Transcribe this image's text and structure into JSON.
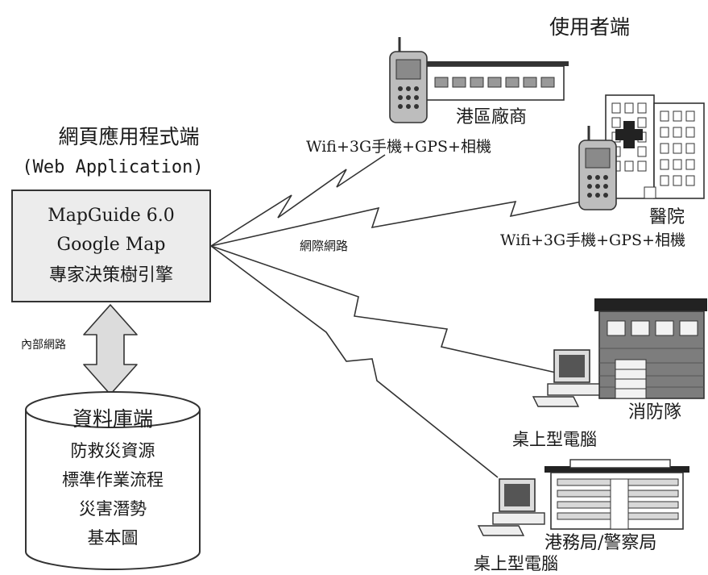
{
  "client_side": {
    "title": "使用者端",
    "port_vendor": {
      "label": "港區廠商",
      "device": "Wifi+3G手機+GPS+相機"
    },
    "hospital": {
      "label": "醫院",
      "device": "Wifi+3G手機+GPS+相機"
    },
    "fire_brigade": {
      "label": "消防隊",
      "device": "桌上型電腦"
    },
    "port_police": {
      "label": "港務局/警察局",
      "device": "桌上型電腦"
    }
  },
  "web_app": {
    "title": "網頁應用程式端",
    "subtitle": "(Web Application)",
    "lines": [
      "MapGuide 6.0",
      "Google Map",
      "專家決策樹引擎"
    ]
  },
  "links": {
    "internet": "網際網路",
    "intranet": "內部網路"
  },
  "database": {
    "title": "資料庫端",
    "lines": [
      "防救災資源",
      "標準作業流程",
      "災害潛勢",
      "基本圖"
    ]
  },
  "colors": {
    "box_fill": "#ececec",
    "stroke": "#333333",
    "arrow_fill": "#dcdcdc"
  }
}
